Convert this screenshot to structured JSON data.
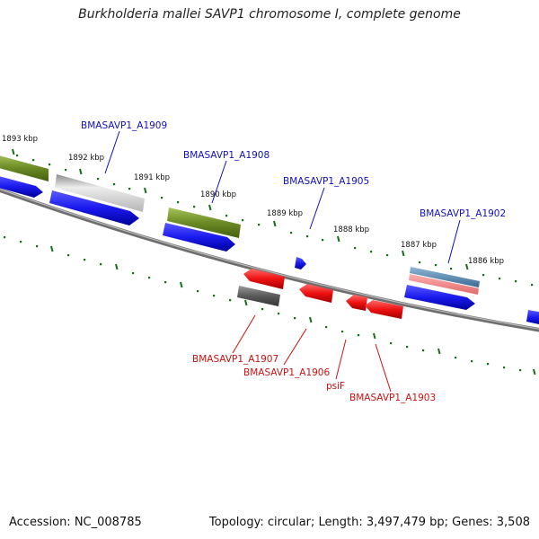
{
  "title": "Burkholderia mallei SAVP1 chromosome I, complete genome",
  "footer": {
    "accession": "Accession: NC_008785",
    "info": "Topology: circular; Length: 3,497,479 bp; Genes: 3,508"
  },
  "ticks": [
    "1893 kbp",
    "1892 kbp",
    "1891 kbp",
    "1890 kbp",
    "1889 kbp",
    "1888 kbp",
    "1887 kbp",
    "1886 kbp"
  ],
  "upper_labels": [
    "BMASAVP1_A1909",
    "BMASAVP1_A1908",
    "BMASAVP1_A1905",
    "BMASAVP1_A1902"
  ],
  "lower_labels": [
    "BMASAVP1_A1907",
    "BMASAVP1_A1906",
    "psiF",
    "BMASAVP1_A1903"
  ],
  "colors": {
    "forward": "#1a1aee",
    "reverse": "#ee1111",
    "cog_green": "#6b8a25",
    "cog_gray": "#b0b0b0",
    "cog_dark": "#5a5a5a",
    "cog_steel": "#4f7fa6",
    "cog_pink": "#f08080",
    "backbone": "#808080",
    "tick_green": "#157015"
  }
}
